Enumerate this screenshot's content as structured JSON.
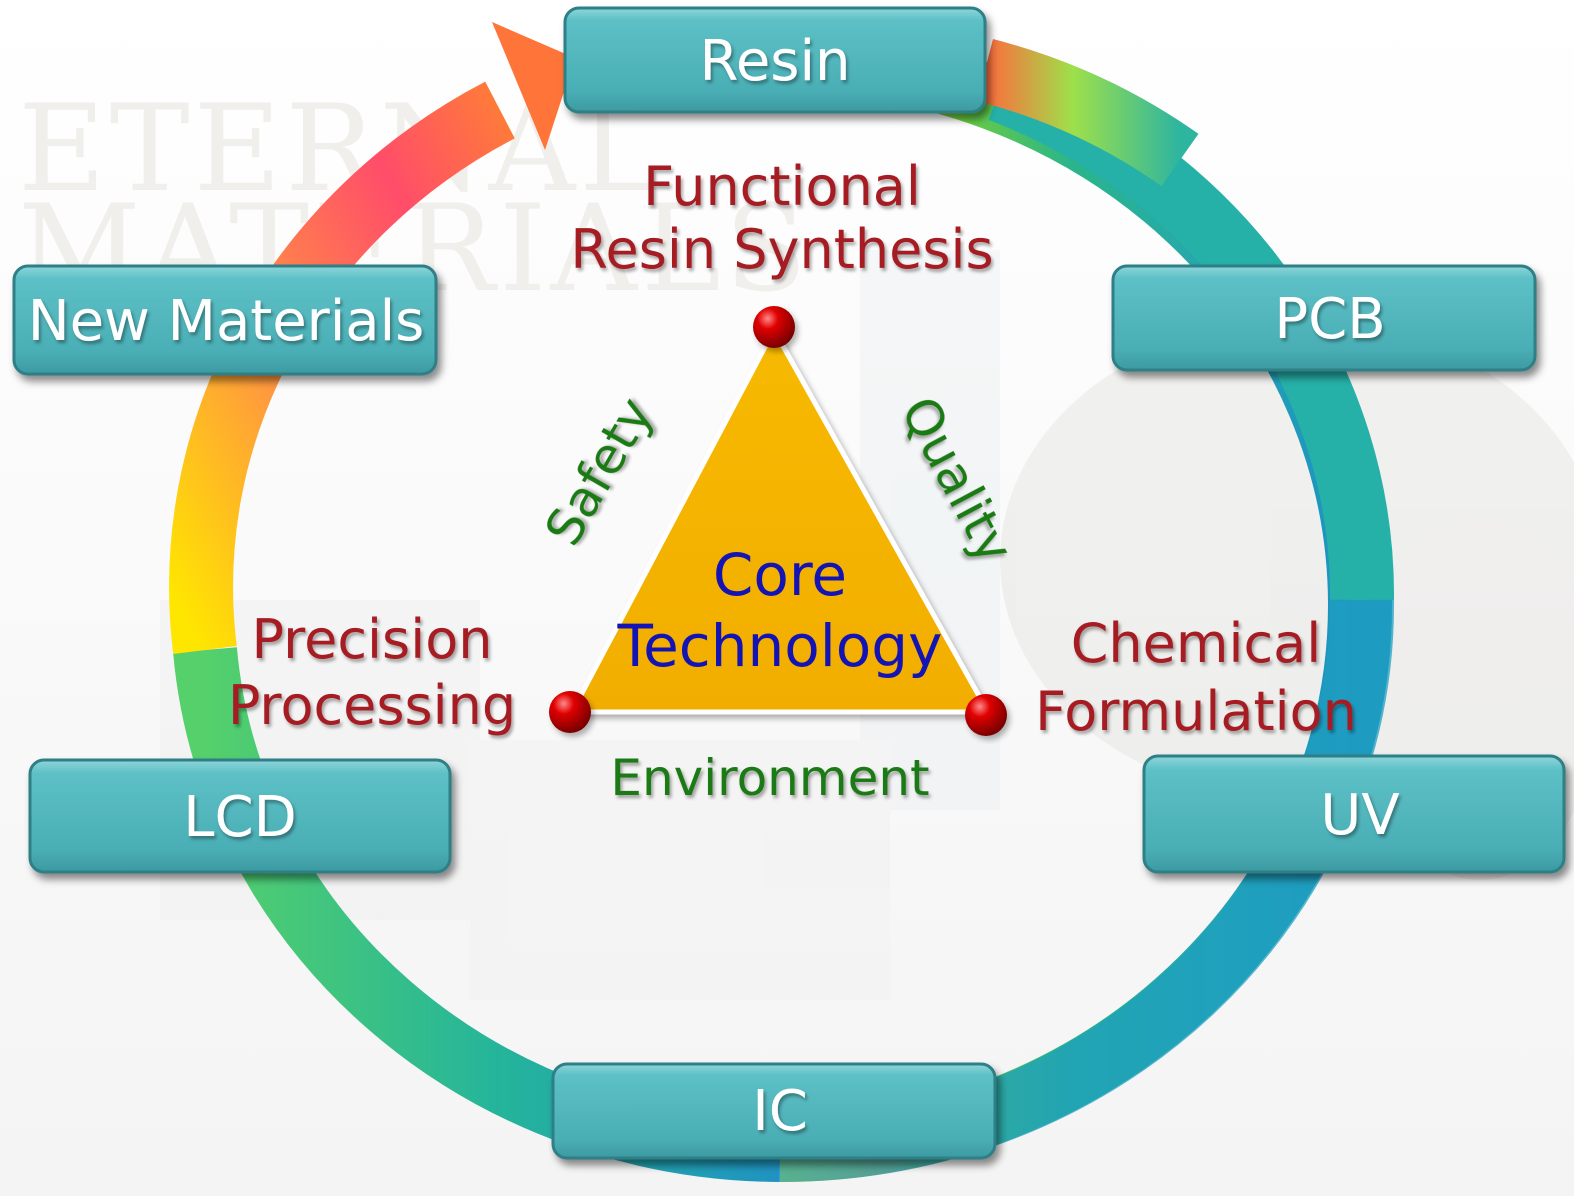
{
  "watermark": {
    "line1": "ETERNAL",
    "line2": "MATERIALS"
  },
  "cycle_boxes": {
    "resin": "Resin",
    "pcb": "PCB",
    "uv": "UV",
    "ic": "IC",
    "lcd": "LCD",
    "new_materials": "New Materials"
  },
  "vertex_labels": {
    "top_line1": "Functional",
    "top_line2": "Resin Synthesis",
    "left_line1": "Precision",
    "left_line2": "Processing",
    "right_line1": "Chemical",
    "right_line2": "Formulation"
  },
  "side_labels": {
    "left": "Safety",
    "right": "Quality",
    "bottom": "Environment"
  },
  "center": {
    "line1": "Core",
    "line2": "Technology"
  },
  "colors": {
    "box_fill": "#4fb6bd",
    "box_border": "#2d7f86",
    "triangle_fill": "#f5b700",
    "vertex_red": "#cc0000",
    "label_red": "#a51c24",
    "label_green": "#1f7a12",
    "label_blue": "#1414b4"
  }
}
